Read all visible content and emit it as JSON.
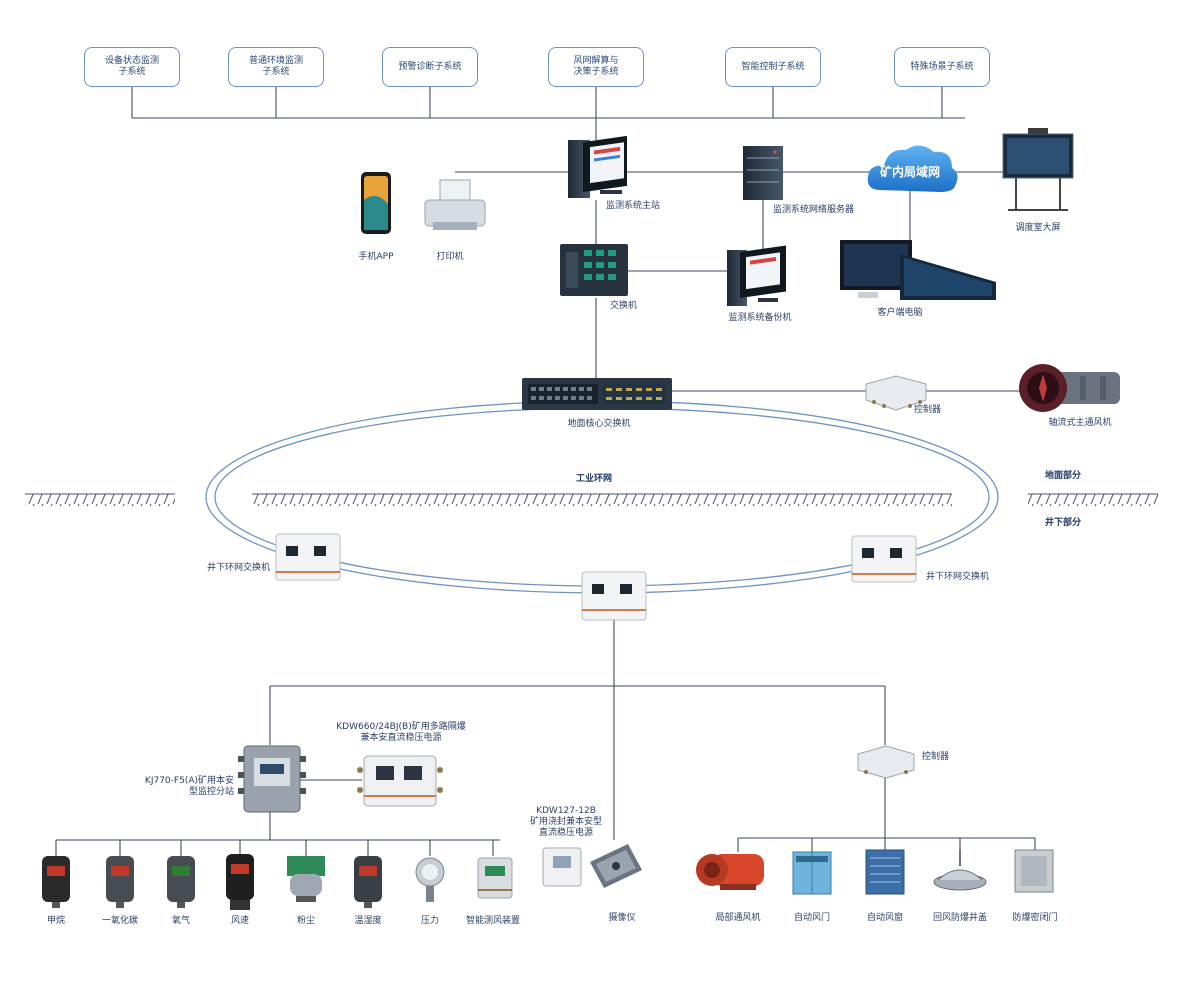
{
  "subsystems": [
    "设备状态监测\n子系统",
    "普通环境监测\n子系统",
    "预警诊断子系统",
    "风网解算与\n决策子系统",
    "智能控制子系统",
    "特殊场景子系统"
  ],
  "surface": {
    "phone_app": "手机APP",
    "printer": "打印机",
    "main_station": "监测系统主站",
    "network_server": "监测系统网络服务器",
    "cloud": "矿内局域网",
    "dispatch_screen": "调度室大屏",
    "switch": "交换机",
    "backup": "监测系统备份机",
    "client_pc": "客户端电脑",
    "core_switch": "地面核心交换机",
    "controller_top": "控制器",
    "main_fan": "轴流式主通风机"
  },
  "ring": {
    "label": "工业环网",
    "above": "地面部分",
    "below": "井下部分",
    "left_switch": "井下环网交换机",
    "right_switch": "井下环网交换机"
  },
  "underground": {
    "substation": "KJ770-F5(A)矿用本安\n型监控分站",
    "power_supply": "KDW660/24BJ(B)矿用多路隔爆\n兼本安直流稳压电源",
    "kdw127": "KDW127-12B\n矿用浇封兼本安型\n直流稳压电源",
    "controller_bottom": "控制器"
  },
  "sensors": [
    "甲烷",
    "一氧化碳",
    "氧气",
    "风速",
    "粉尘",
    "温湿度",
    "压力",
    "智能测风装置"
  ],
  "camera": "摄像仪",
  "actuators": [
    "局部通风机",
    "自动风门",
    "自动风窗",
    "回风防爆井盖",
    "防爆密闭门"
  ],
  "colors": {
    "line": "#3c4a5c",
    "ring": "#6f93bf",
    "box_border": "#6f93bf",
    "text": "#2a3f66",
    "cloud": "#2b7fd4",
    "fan": "#d8472c"
  }
}
